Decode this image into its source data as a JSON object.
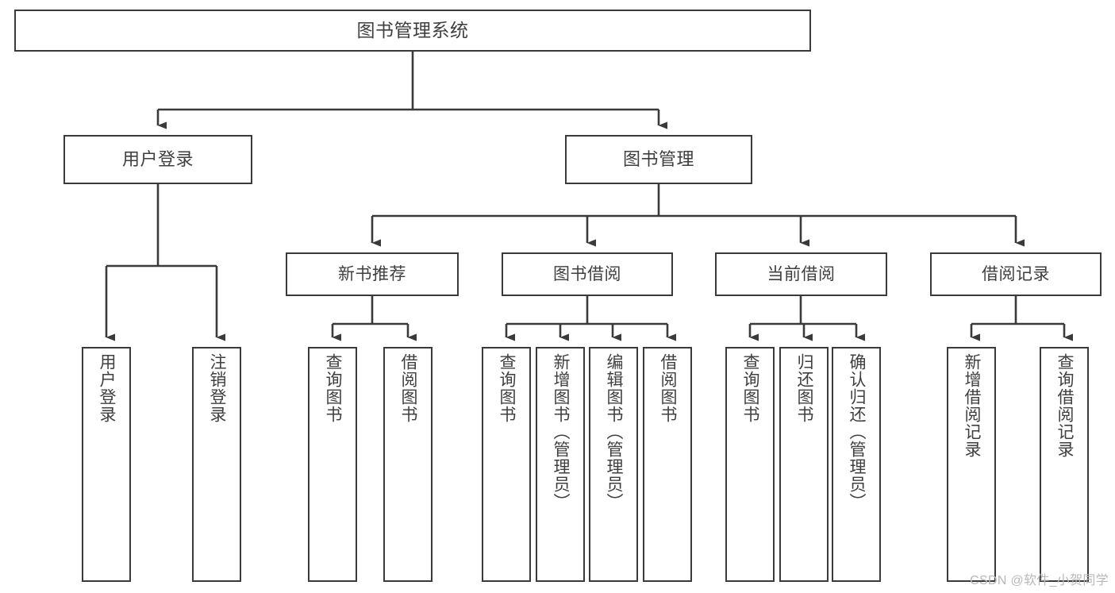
{
  "diagram": {
    "title": "图书管理系统",
    "type": "tree-hierarchy-chart",
    "colors": {
      "stroke": "#3a3a3a",
      "text": "#3f3f3f",
      "background": "#ffffff",
      "watermark": "#b8b8b8"
    },
    "watermark": "CSDN @软件_小贺同学",
    "nodes": {
      "root": {
        "label": "图书管理系统"
      },
      "level2": [
        {
          "id": "user-login",
          "label": "用户登录"
        },
        {
          "id": "book-management",
          "label": "图书管理"
        }
      ],
      "level3": [
        {
          "id": "new-book-recommend",
          "label": "新书推荐"
        },
        {
          "id": "book-borrow",
          "label": "图书借阅"
        },
        {
          "id": "current-borrow",
          "label": "当前借阅"
        },
        {
          "id": "borrow-record",
          "label": "借阅记录"
        }
      ],
      "leaves": {
        "user-login": [
          {
            "id": "leaf-user-login",
            "label": "用户登录"
          },
          {
            "id": "leaf-logout",
            "label": "注销登录"
          }
        ],
        "new-book-recommend": [
          {
            "id": "leaf-query-book-1",
            "label": "查询图书"
          },
          {
            "id": "leaf-borrow-book-1",
            "label": "借阅图书"
          }
        ],
        "book-borrow": [
          {
            "id": "leaf-query-book-2",
            "label": "查询图书"
          },
          {
            "id": "leaf-add-book",
            "label": "新增图书（管理员）"
          },
          {
            "id": "leaf-edit-book",
            "label": "编辑图书（管理员）"
          },
          {
            "id": "leaf-borrow-book-2",
            "label": "借阅图书"
          }
        ],
        "current-borrow": [
          {
            "id": "leaf-query-book-3",
            "label": "查询图书"
          },
          {
            "id": "leaf-return-book",
            "label": "归还图书"
          },
          {
            "id": "leaf-confirm-return",
            "label": "确认归还（管理员）"
          }
        ],
        "borrow-record": [
          {
            "id": "leaf-add-record",
            "label": "新增借阅记录"
          },
          {
            "id": "leaf-query-record",
            "label": "查询借阅记录"
          }
        ]
      }
    }
  }
}
